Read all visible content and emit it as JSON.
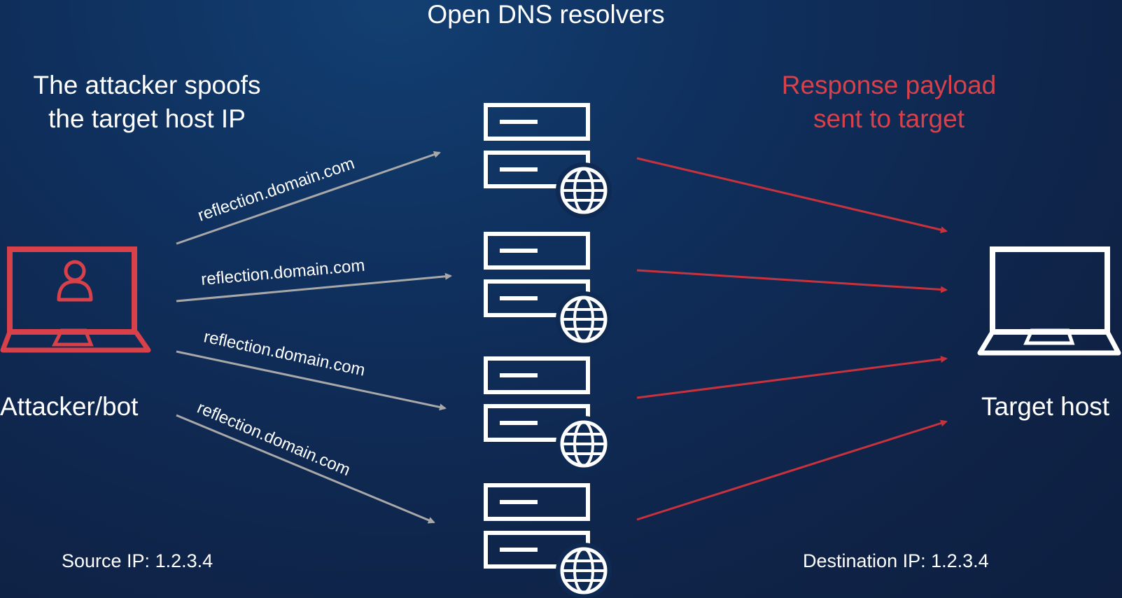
{
  "title": "Open DNS resolvers",
  "attacker_caption": [
    "The attacker spoofs",
    "the target host IP"
  ],
  "response_caption": [
    "Response payload",
    "sent to target"
  ],
  "attacker_label": "Attacker/bot",
  "target_label": "Target host",
  "source_ip": "Source IP: 1.2.3.4",
  "dest_ip": "Destination IP: 1.2.3.4",
  "queries": [
    {
      "label": "reflection.domain.com"
    },
    {
      "label": "reflection.domain.com"
    },
    {
      "label": "reflection.domain.com"
    },
    {
      "label": "reflection.domain.com"
    }
  ],
  "colors": {
    "background": "#0f2a52",
    "attacker": "#d8404a",
    "response_arrow": "#c8323c",
    "query_arrow": "#a8a8a8",
    "server": "#ffffff"
  },
  "icons": {
    "attacker": "laptop-user-icon",
    "server": "server-globe-icon",
    "target": "laptop-icon"
  }
}
